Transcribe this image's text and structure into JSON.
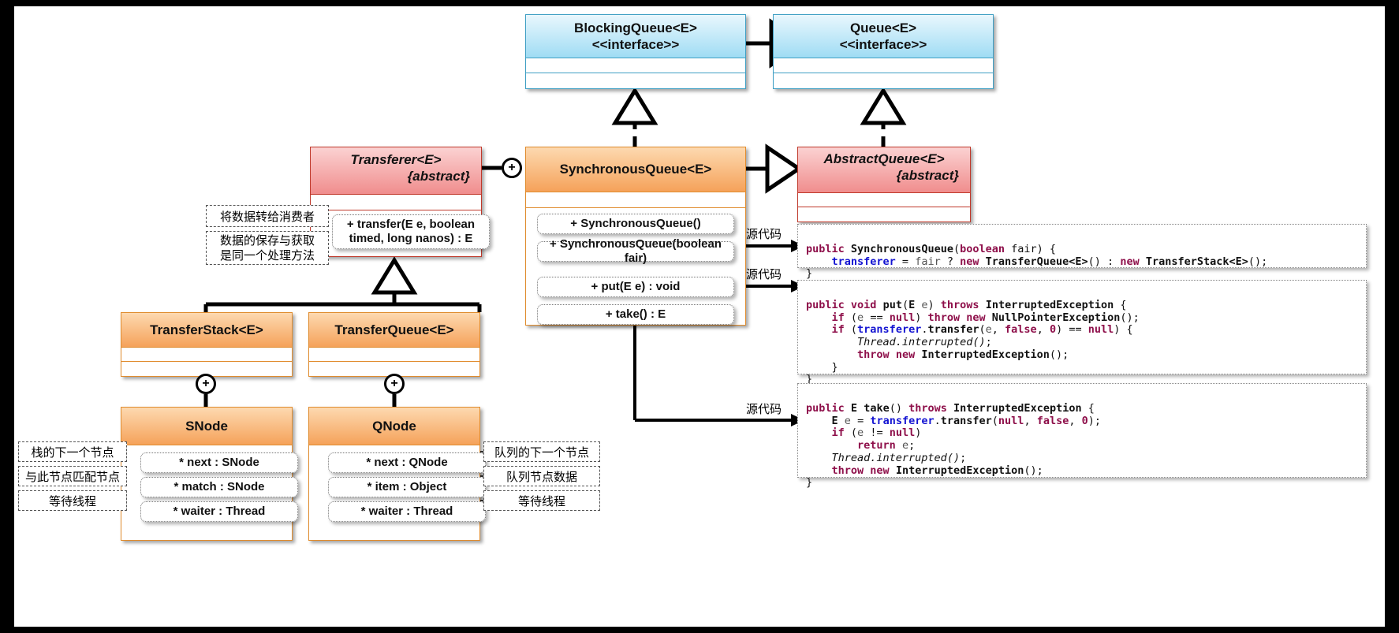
{
  "diagram": {
    "title": "SynchronousQueue UML class diagram",
    "colors": {
      "interface_fill": "#9fdcf4",
      "class_fill": "#f5a25a",
      "abstract_fill": "#f08d8d",
      "line": "#000000",
      "code_keyword": "#8e0f4a",
      "code_identifier": "#1414d2"
    }
  },
  "classes": {
    "blockingqueue": {
      "name": "BlockingQueue<E>",
      "stereotype": "<<interface>>"
    },
    "queue": {
      "name": "Queue<E>",
      "stereotype": "<<interface>>"
    },
    "transferer": {
      "name": "Transferer<E>",
      "modifier": "{abstract}",
      "methods": [
        "+ transfer(E e, boolean",
        "timed, long nanos) : E"
      ]
    },
    "synchronousqueue": {
      "name": "SynchronousQueue<E>",
      "methods": [
        "+ SynchronousQueue()",
        "+ SynchronousQueue(boolean fair)",
        "+ put(E e) : void",
        "+ take() : E"
      ]
    },
    "abstractqueue": {
      "name": "AbstractQueue<E>",
      "modifier": "{abstract}"
    },
    "transferstack": {
      "name": "TransferStack<E>"
    },
    "transferqueue": {
      "name": "TransferQueue<E>"
    },
    "snode": {
      "name": "SNode",
      "fields": [
        "* next : SNode",
        "* match : SNode",
        "* waiter : Thread"
      ]
    },
    "qnode": {
      "name": "QNode",
      "fields": [
        "* next : QNode",
        "* item : Object",
        "* waiter : Thread"
      ]
    }
  },
  "notes": {
    "transferer_note_1": "将数据转给消费者",
    "transferer_note_2a": "数据的保存与获取",
    "transferer_note_2b": "是同一个处理方法",
    "snode_note_1": "栈的下一个节点",
    "snode_note_2": "与此节点匹配节点",
    "snode_note_3": "等待线程",
    "qnode_note_1": "队列的下一个节点",
    "qnode_note_2": "队列节点数据",
    "qnode_note_3": "等待线程"
  },
  "source_labels": {
    "ctor": "源代码",
    "put": "源代码",
    "take": "源代码"
  },
  "code_blocks": {
    "constructor": {
      "lines": [
        "public SynchronousQueue(boolean fair) {",
        "    transferer = fair ? new TransferQueue<E>() : new TransferStack<E>();",
        "}"
      ]
    },
    "put": {
      "lines": [
        "public void put(E e) throws InterruptedException {",
        "    if (e == null) throw new NullPointerException();",
        "    if (transferer.transfer(e, false, 0) == null) {",
        "        Thread.interrupted();",
        "        throw new InterruptedException();",
        "    }",
        "}"
      ]
    },
    "take": {
      "lines": [
        "public E take() throws InterruptedException {",
        "    E e = transferer.transfer(null, false, 0);",
        "    if (e != null)",
        "        return e;",
        "    Thread.interrupted();",
        "    throw new InterruptedException();",
        "}"
      ]
    }
  },
  "plus_markers": {
    "transferer_to_sq": "+",
    "stack_to_snode": "+",
    "queue_to_qnode": "+"
  }
}
